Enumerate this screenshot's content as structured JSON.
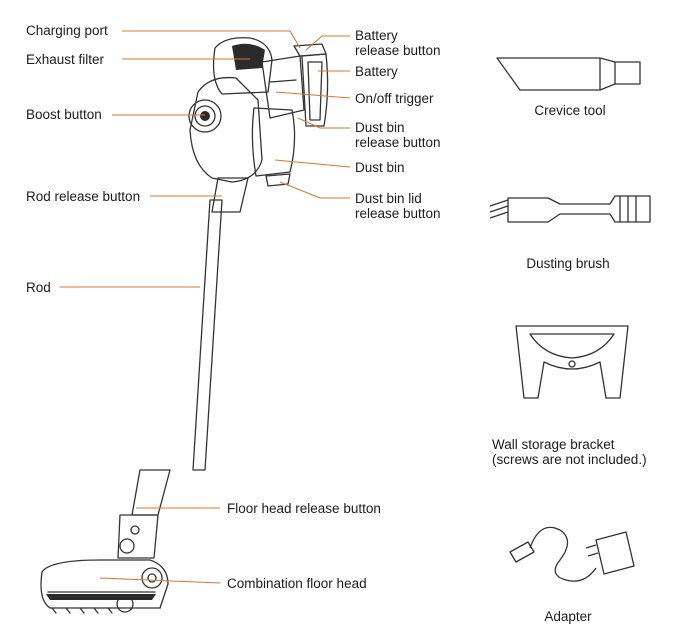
{
  "accent_color": "#e0762a",
  "line_color": "#333333",
  "parts": {
    "charging_port": "Charging port",
    "exhaust_filter": "Exhaust filter",
    "boost_button": "Boost button",
    "rod_release_button": "Rod release button",
    "rod": "Rod",
    "battery_release_button": "Battery\nrelease button",
    "battery": "Battery",
    "on_off_trigger": "On/off trigger",
    "dust_bin_release_button": "Dust bin\nrelease button",
    "dust_bin": "Dust bin",
    "dust_bin_lid_release_button": "Dust bin lid\nrelease button",
    "floor_head_release_button": "Floor head release button",
    "combination_floor_head": "Combination floor head"
  },
  "accessories": {
    "crevice_tool": "Crevice tool",
    "dusting_brush": "Dusting brush",
    "wall_storage_bracket": "Wall storage bracket\n(screws are not included.)",
    "adapter": "Adapter"
  }
}
